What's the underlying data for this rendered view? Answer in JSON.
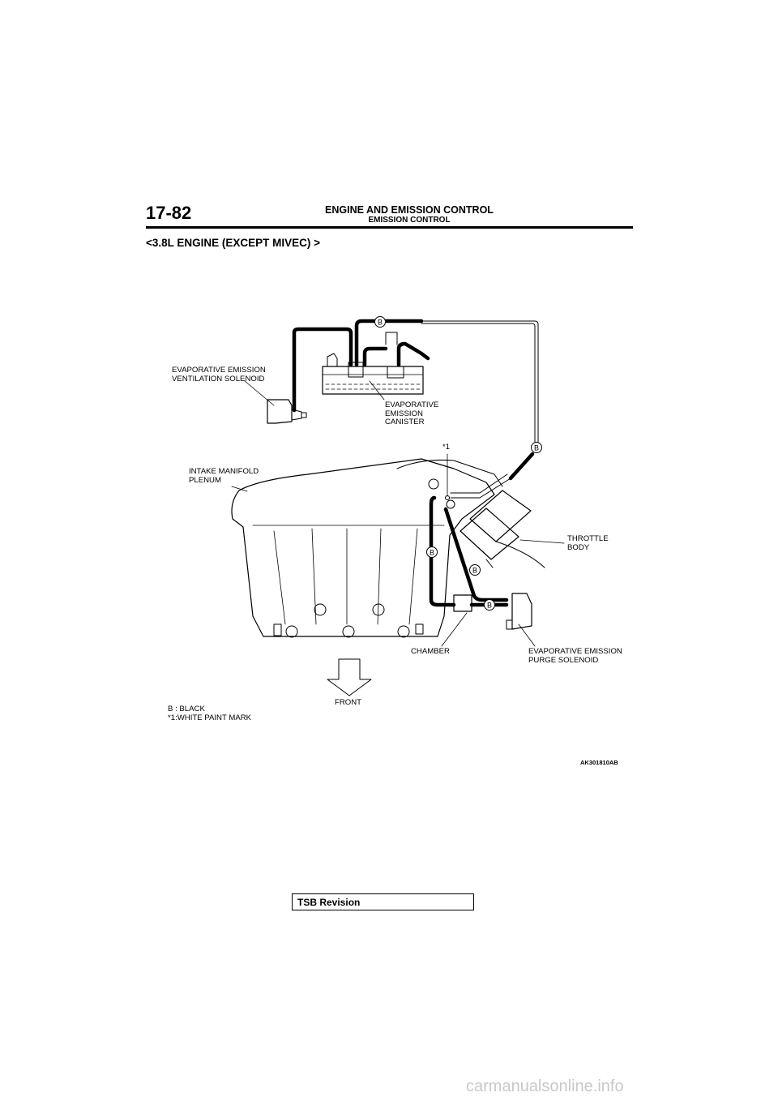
{
  "header": {
    "page_number": "17-82",
    "title": "ENGINE AND EMISSION CONTROL",
    "subtitle": "EMISSION CONTROL"
  },
  "section_title": "<3.8L ENGINE (EXCEPT MIVEC) >",
  "labels": {
    "ventilation_solenoid": "EVAPORATIVE EMISSION\nVENTILATION SOLENOID",
    "canister": "EVAPORATIVE\nEMISSION\nCANISTER",
    "intake_manifold": "INTAKE MANIFOLD\nPLENUM",
    "paint_mark": "*1",
    "throttle_body": "THROTTLE\nBODY",
    "chamber": "CHAMBER",
    "purge_solenoid": "EVAPORATIVE EMISSION\nPURGE SOLENOID",
    "front": "FRONT",
    "hose_marker": "B"
  },
  "legend": {
    "line1": "B : BLACK",
    "line2": "*1:WHITE PAINT MARK"
  },
  "figure_id": "AK301810AB",
  "tsb_label": "TSB Revision",
  "footer": "carmanualsonline.info"
}
